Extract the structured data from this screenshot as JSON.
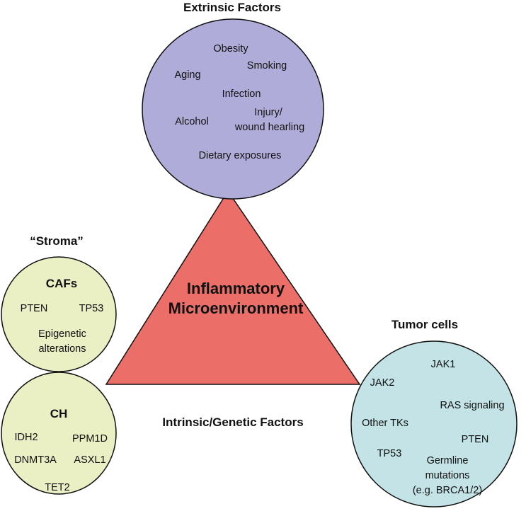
{
  "colors": {
    "extrinsic": "#b0acd9",
    "triangle": "#ec6e68",
    "stroma": "#ebf0c4",
    "tumor": "#c3e3e6",
    "stroke": "#111111"
  },
  "extrinsic": {
    "title": "Extrinsic Factors",
    "items": [
      "Obesity",
      "Smoking",
      "Aging",
      "Infection",
      "Injury/",
      "wound hearling",
      "Alcohol",
      "Dietary exposures"
    ]
  },
  "center": {
    "line1": "Inflammatory",
    "line2": "Microenvironment"
  },
  "stroma": {
    "title": "“Stroma”",
    "cafs": {
      "title": "CAFs",
      "items": [
        "PTEN",
        "TP53",
        "Epigenetic",
        "alterations"
      ]
    },
    "ch": {
      "title": "CH",
      "items": [
        "IDH2",
        "PPM1D",
        "DNMT3A",
        "ASXL1",
        "TET2"
      ]
    }
  },
  "intrinsic": {
    "title": "Intrinsic/Genetic Factors"
  },
  "tumor": {
    "title": "Tumor cells",
    "items": [
      "JAK1",
      "JAK2",
      "RAS signaling",
      "Other TKs",
      "PTEN",
      "TP53",
      "Germline",
      "mutations",
      "(e.g. BRCA1/2)"
    ]
  }
}
